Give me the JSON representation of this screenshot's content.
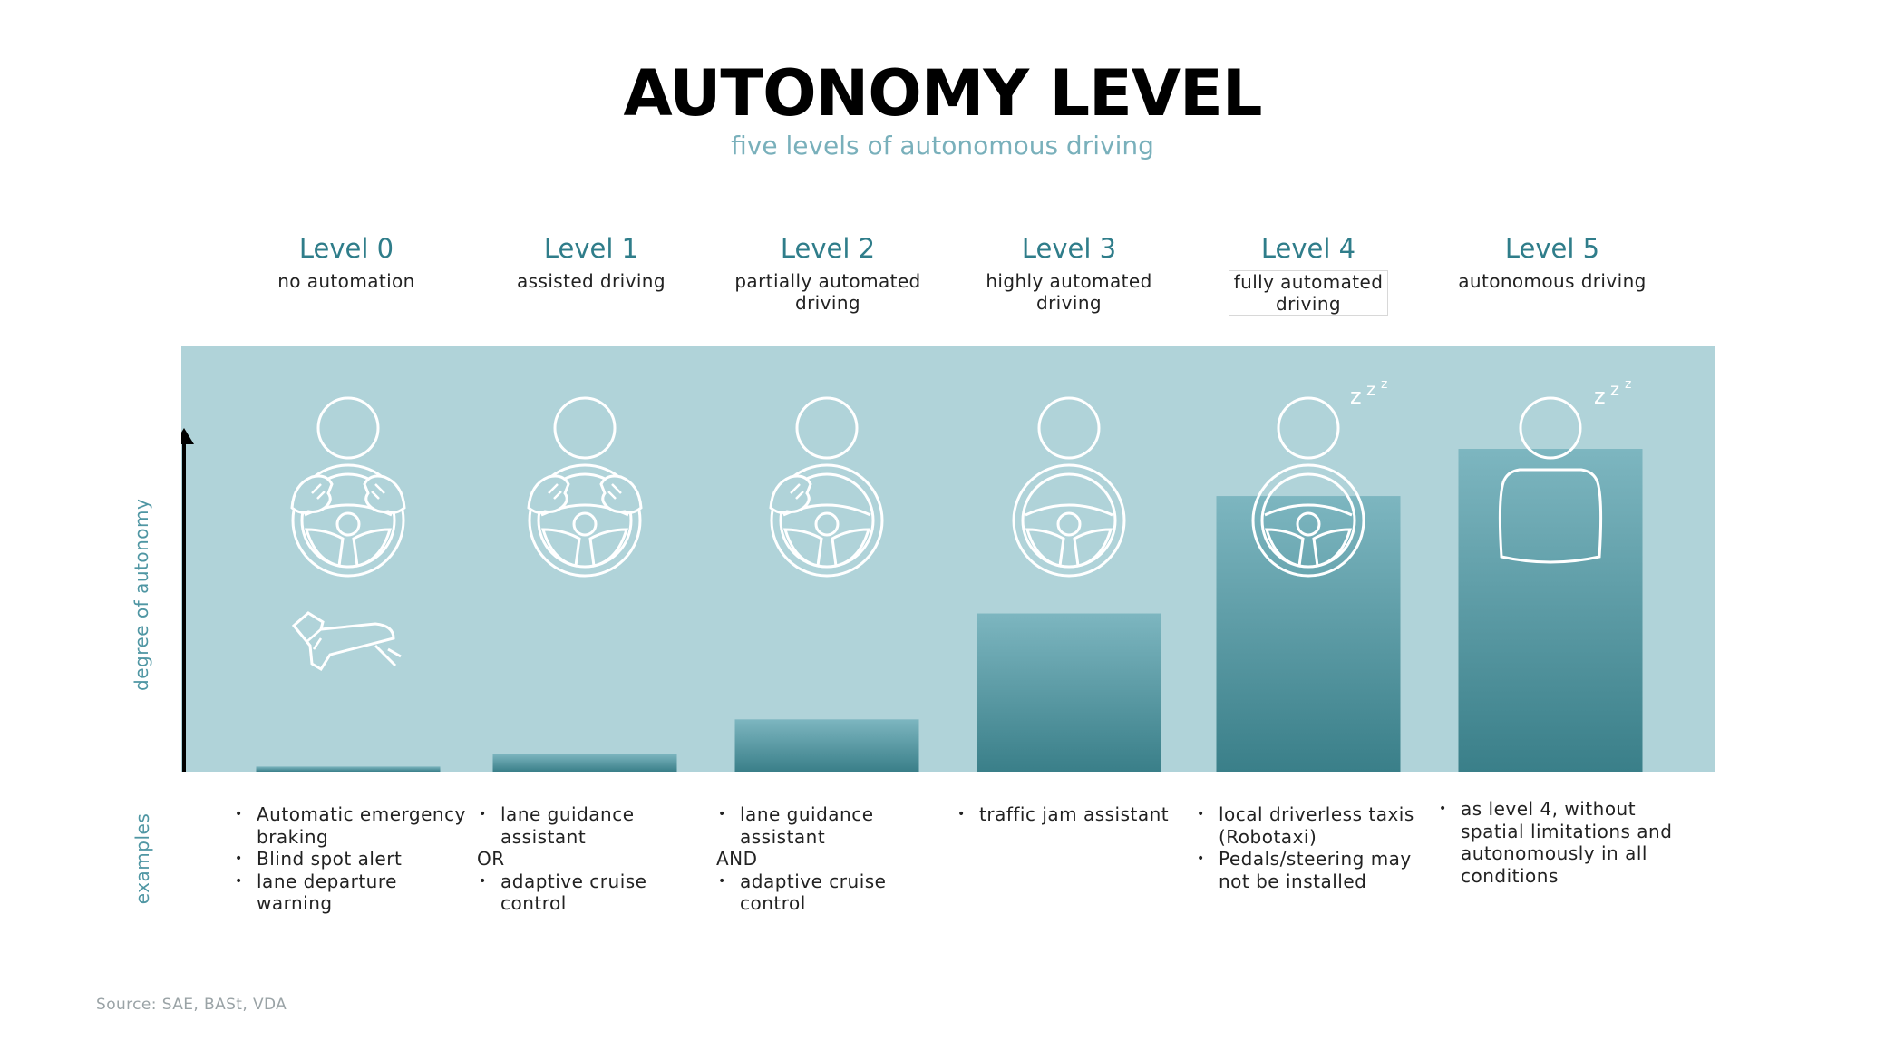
{
  "header": {
    "title": "AUTONOMY LEVEL",
    "subtitle": "five levels of autonomous driving"
  },
  "levels": [
    {
      "name": "Level 0",
      "description": "no automation",
      "icon": "driver-hands-on-wheel-foot-on-pedal-icon"
    },
    {
      "name": "Level 1",
      "description": "assisted driving",
      "icon": "driver-hands-on-wheel-icon"
    },
    {
      "name": "Level 2",
      "description": "partially automated driving",
      "icon": "driver-one-hand-on-wheel-icon"
    },
    {
      "name": "Level 3",
      "description": "highly automated driving",
      "icon": "driver-hands-off-wheel-icon"
    },
    {
      "name": "Level 4",
      "description": "fully automated driving",
      "icon": "sleeping-driver-wheel-icon"
    },
    {
      "name": "Level 5",
      "description": "autonomous driving",
      "icon": "sleeping-passenger-no-wheel-icon"
    }
  ],
  "axis": {
    "y_label": "degree of autonomy",
    "examples_label": "examples"
  },
  "examples": [
    {
      "items": [
        {
          "type": "bullet",
          "text": "Automatic emergency braking"
        },
        {
          "type": "bullet",
          "text": "Blind spot alert"
        },
        {
          "type": "bullet",
          "text": "lane departure warning"
        }
      ]
    },
    {
      "items": [
        {
          "type": "bullet",
          "text": "lane guidance assistant"
        },
        {
          "type": "connector",
          "text": "OR"
        },
        {
          "type": "bullet",
          "text": "adaptive cruise control"
        }
      ]
    },
    {
      "items": [
        {
          "type": "bullet",
          "text": "lane guidance assistant"
        },
        {
          "type": "connector",
          "text": "AND"
        },
        {
          "type": "bullet",
          "text": "adaptive cruise control"
        }
      ]
    },
    {
      "items": [
        {
          "type": "bullet",
          "text": "traffic jam assistant"
        }
      ]
    },
    {
      "items": [
        {
          "type": "bullet",
          "text": "local driverless taxis (Robotaxi)"
        },
        {
          "type": "bullet",
          "text": "Pedals/steering may not be installed"
        }
      ]
    },
    {
      "items": [
        {
          "type": "bullet",
          "text": "as level 4, without spatial limitations and autonomously in all conditions"
        }
      ]
    }
  ],
  "source": "Source: SAE, BASt, VDA",
  "colors": {
    "panel_background": "#b0d3d9",
    "bar_top": "#7db6c0",
    "bar_bottom": "#3a7f89",
    "level_heading": "#2f7d8a",
    "subtitle": "#79b0bb",
    "icon_stroke": "#ffffff",
    "axis_arrow": "#000000"
  },
  "chart_data": {
    "type": "bar",
    "categories": [
      "Level 0",
      "Level 1",
      "Level 2",
      "Level 3",
      "Level 4",
      "Level 5"
    ],
    "values": [
      1.2,
      4.2,
      12.3,
      37.2,
      64.8,
      75.9
    ],
    "ylabel": "degree of autonomy",
    "xlabel": "",
    "ylim": [
      0,
      100
    ],
    "grid": false,
    "legend": "none"
  }
}
